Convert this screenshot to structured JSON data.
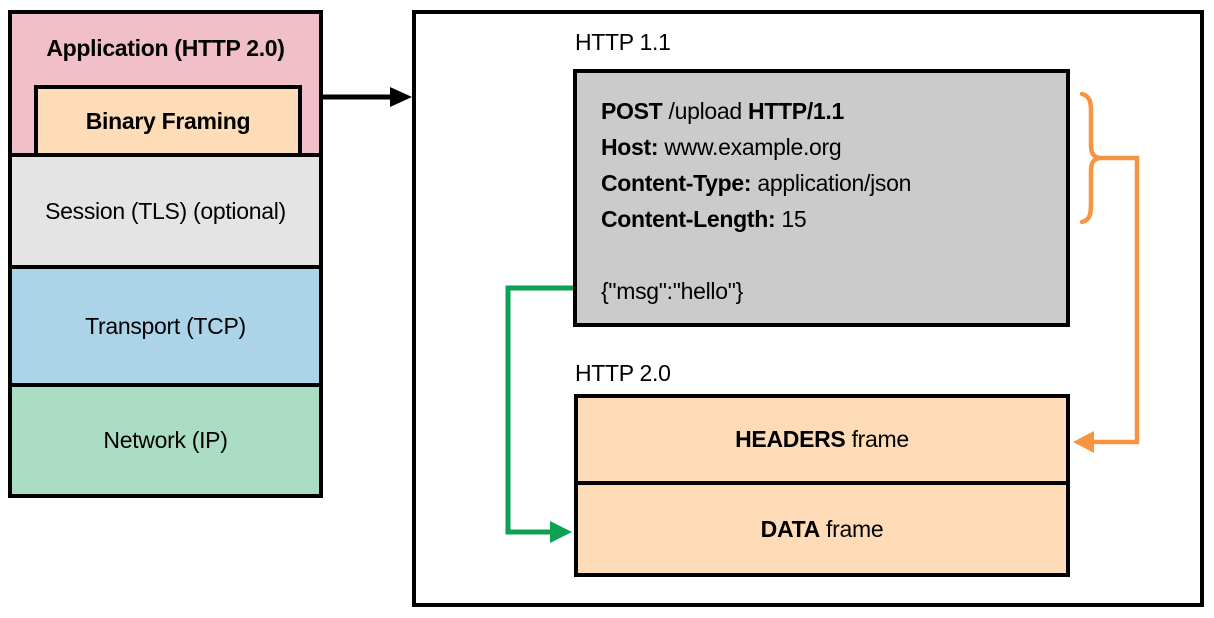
{
  "stack": {
    "layers": [
      {
        "id": "application",
        "label": "Application (HTTP 2.0)"
      },
      {
        "id": "binary-framing",
        "label": "Binary Framing"
      },
      {
        "id": "session",
        "label": "Session (TLS) (optional)"
      },
      {
        "id": "transport",
        "label": "Transport (TCP)"
      },
      {
        "id": "network",
        "label": "Network (IP)"
      }
    ]
  },
  "http11": {
    "label": "HTTP 1.1",
    "request": {
      "method": "POST",
      "target": " /upload ",
      "version": "HTTP/1.1",
      "headers": [
        {
          "name": "Host:",
          "value": " www.example.org"
        },
        {
          "name": "Content-Type:",
          "value": " application/json"
        },
        {
          "name": "Content-Length:",
          "value": " 15"
        }
      ],
      "body": "{\"msg\":\"hello\"}"
    }
  },
  "http2": {
    "label": "HTTP 2.0",
    "frames": [
      {
        "bold": "HEADERS",
        "rest": " frame"
      },
      {
        "bold": "DATA",
        "rest": " frame"
      }
    ]
  },
  "colors": {
    "layer-pink": "#f0bfc7",
    "framing-peach": "#fddcb7",
    "session-gray": "#e4e4e4",
    "transport-blue": "#abd4e8",
    "network-green": "#aaddc3",
    "request-gray": "#cbcbcb",
    "frame-peach": "#fddcb7",
    "accent-orange": "#f79441",
    "accent-green": "#0ca153",
    "line-black": "#000000"
  }
}
